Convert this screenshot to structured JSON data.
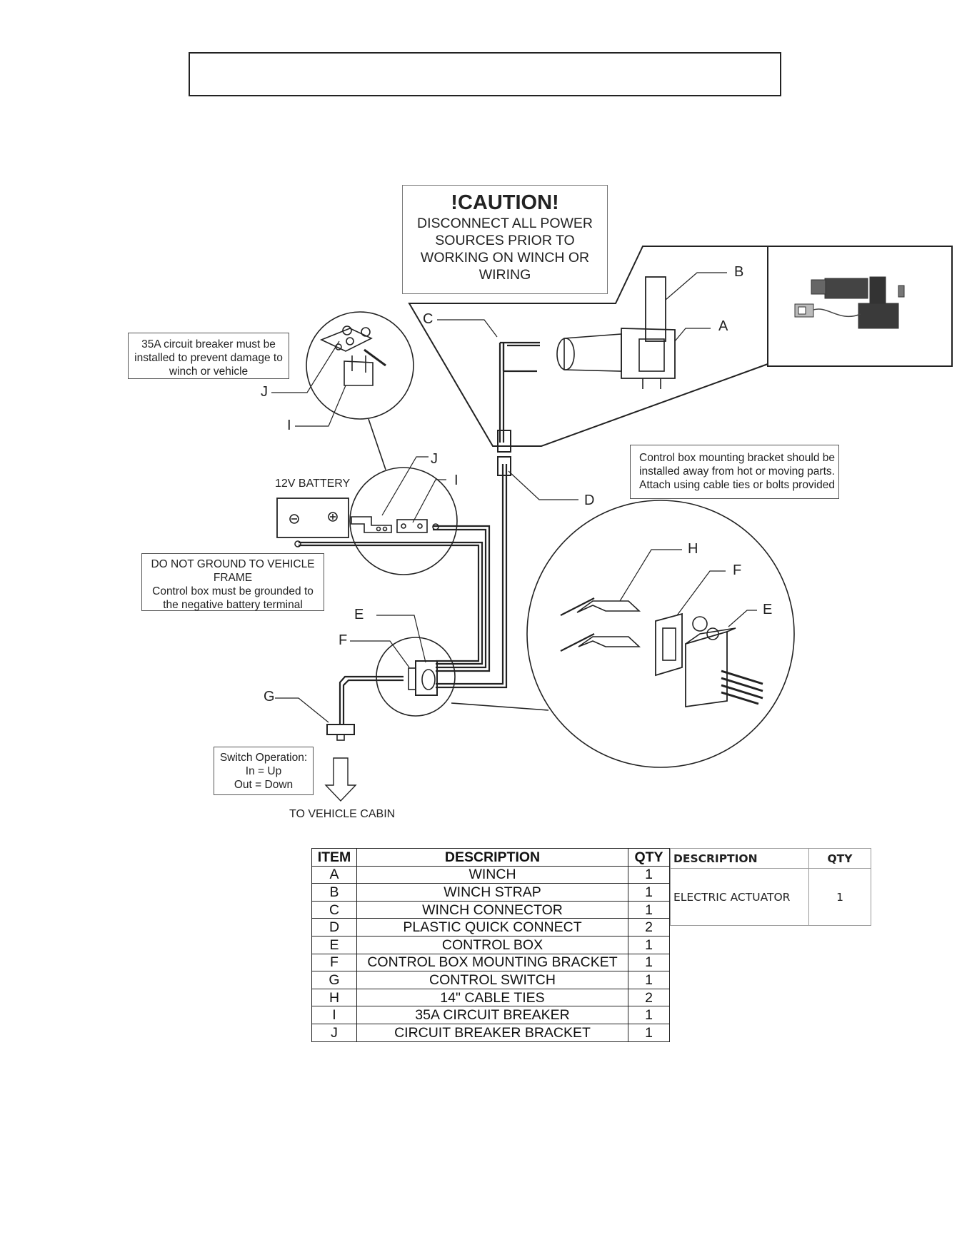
{
  "header": {
    "title": ""
  },
  "caution": {
    "title": "!CAUTION!",
    "lines": [
      "DISCONNECT ALL POWER",
      "SOURCES PRIOR TO",
      "WORKING ON WINCH OR",
      "WIRING"
    ]
  },
  "notes": {
    "breaker": [
      "35A circuit breaker must be",
      "installed to prevent damage to",
      "winch or vehicle"
    ],
    "ground": [
      "DO NOT GROUND TO VEHICLE",
      "FRAME",
      "Control box must be grounded to",
      "the negative battery terminal"
    ],
    "bracket": [
      "Control box mounting bracket should be",
      "installed away from hot or moving parts.",
      "Attach using cable ties or bolts provided"
    ],
    "switch": [
      "Switch Operation:",
      "In = Up",
      "Out = Down"
    ]
  },
  "labels": {
    "a": "A",
    "b": "B",
    "c": "C",
    "d": "D",
    "e1": "E",
    "e2": "E",
    "f1": "F",
    "f2": "F",
    "g": "G",
    "h": "H",
    "i1": "I",
    "i2": "I",
    "j1": "J",
    "j2": "J",
    "battery": "12V BATTERY",
    "cabin": "TO VEHICLE CABIN"
  },
  "parts_table": {
    "headers": [
      "ITEM",
      "DESCRIPTION",
      "QTY"
    ],
    "rows": [
      [
        "A",
        "WINCH",
        "1"
      ],
      [
        "B",
        "WINCH STRAP",
        "1"
      ],
      [
        "C",
        "WINCH CONNECTOR",
        "1"
      ],
      [
        "D",
        "PLASTIC QUICK CONNECT",
        "2"
      ],
      [
        "E",
        "CONTROL BOX",
        "1"
      ],
      [
        "F",
        "CONTROL BOX MOUNTING BRACKET",
        "1"
      ],
      [
        "G",
        "CONTROL SWITCH",
        "1"
      ],
      [
        "H",
        "14\" CABLE TIES",
        "2"
      ],
      [
        "I",
        "35A CIRCUIT BREAKER",
        "1"
      ],
      [
        "J",
        "CIRCUIT BREAKER BRACKET",
        "1"
      ]
    ]
  },
  "actuator_table": {
    "headers": [
      "DESCRIPTION",
      "QTY"
    ],
    "row": [
      "ELECTRIC ACTUATOR",
      "1"
    ]
  }
}
